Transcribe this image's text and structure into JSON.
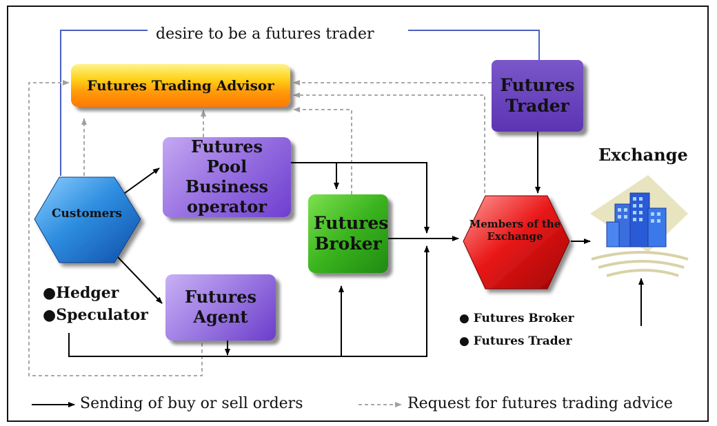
{
  "diagram": {
    "top_label": "desire to be a futures trader",
    "nodes": {
      "futures_trading_advisor": "Futures Trading Advisor",
      "futures_trader": "Futures Trader",
      "futures_pool_operator": "Futures Pool Business operator",
      "futures_broker": "Futures Broker",
      "futures_agent": "Futures Agent",
      "customers": "Customers",
      "members_of_exchange": "Members of the Exchange",
      "exchange": "Exchange"
    },
    "customer_types": [
      "Hedger",
      "Speculator"
    ],
    "member_types": [
      "Futures Broker",
      "Futures Trader"
    ],
    "legend": {
      "solid": "Sending of buy or sell orders",
      "dashed": "Request for futures trading advice"
    },
    "colors": {
      "advisor": "#ff9a0a",
      "trader": "#5c34b3",
      "pool": "#9a74e2",
      "broker": "#3ab41e",
      "agent": "#9f7ee4",
      "customers": "#1e7fd6",
      "members": "#e01010",
      "link_blue": "#4a5fc0",
      "dashed": "#a8a8a8"
    }
  }
}
